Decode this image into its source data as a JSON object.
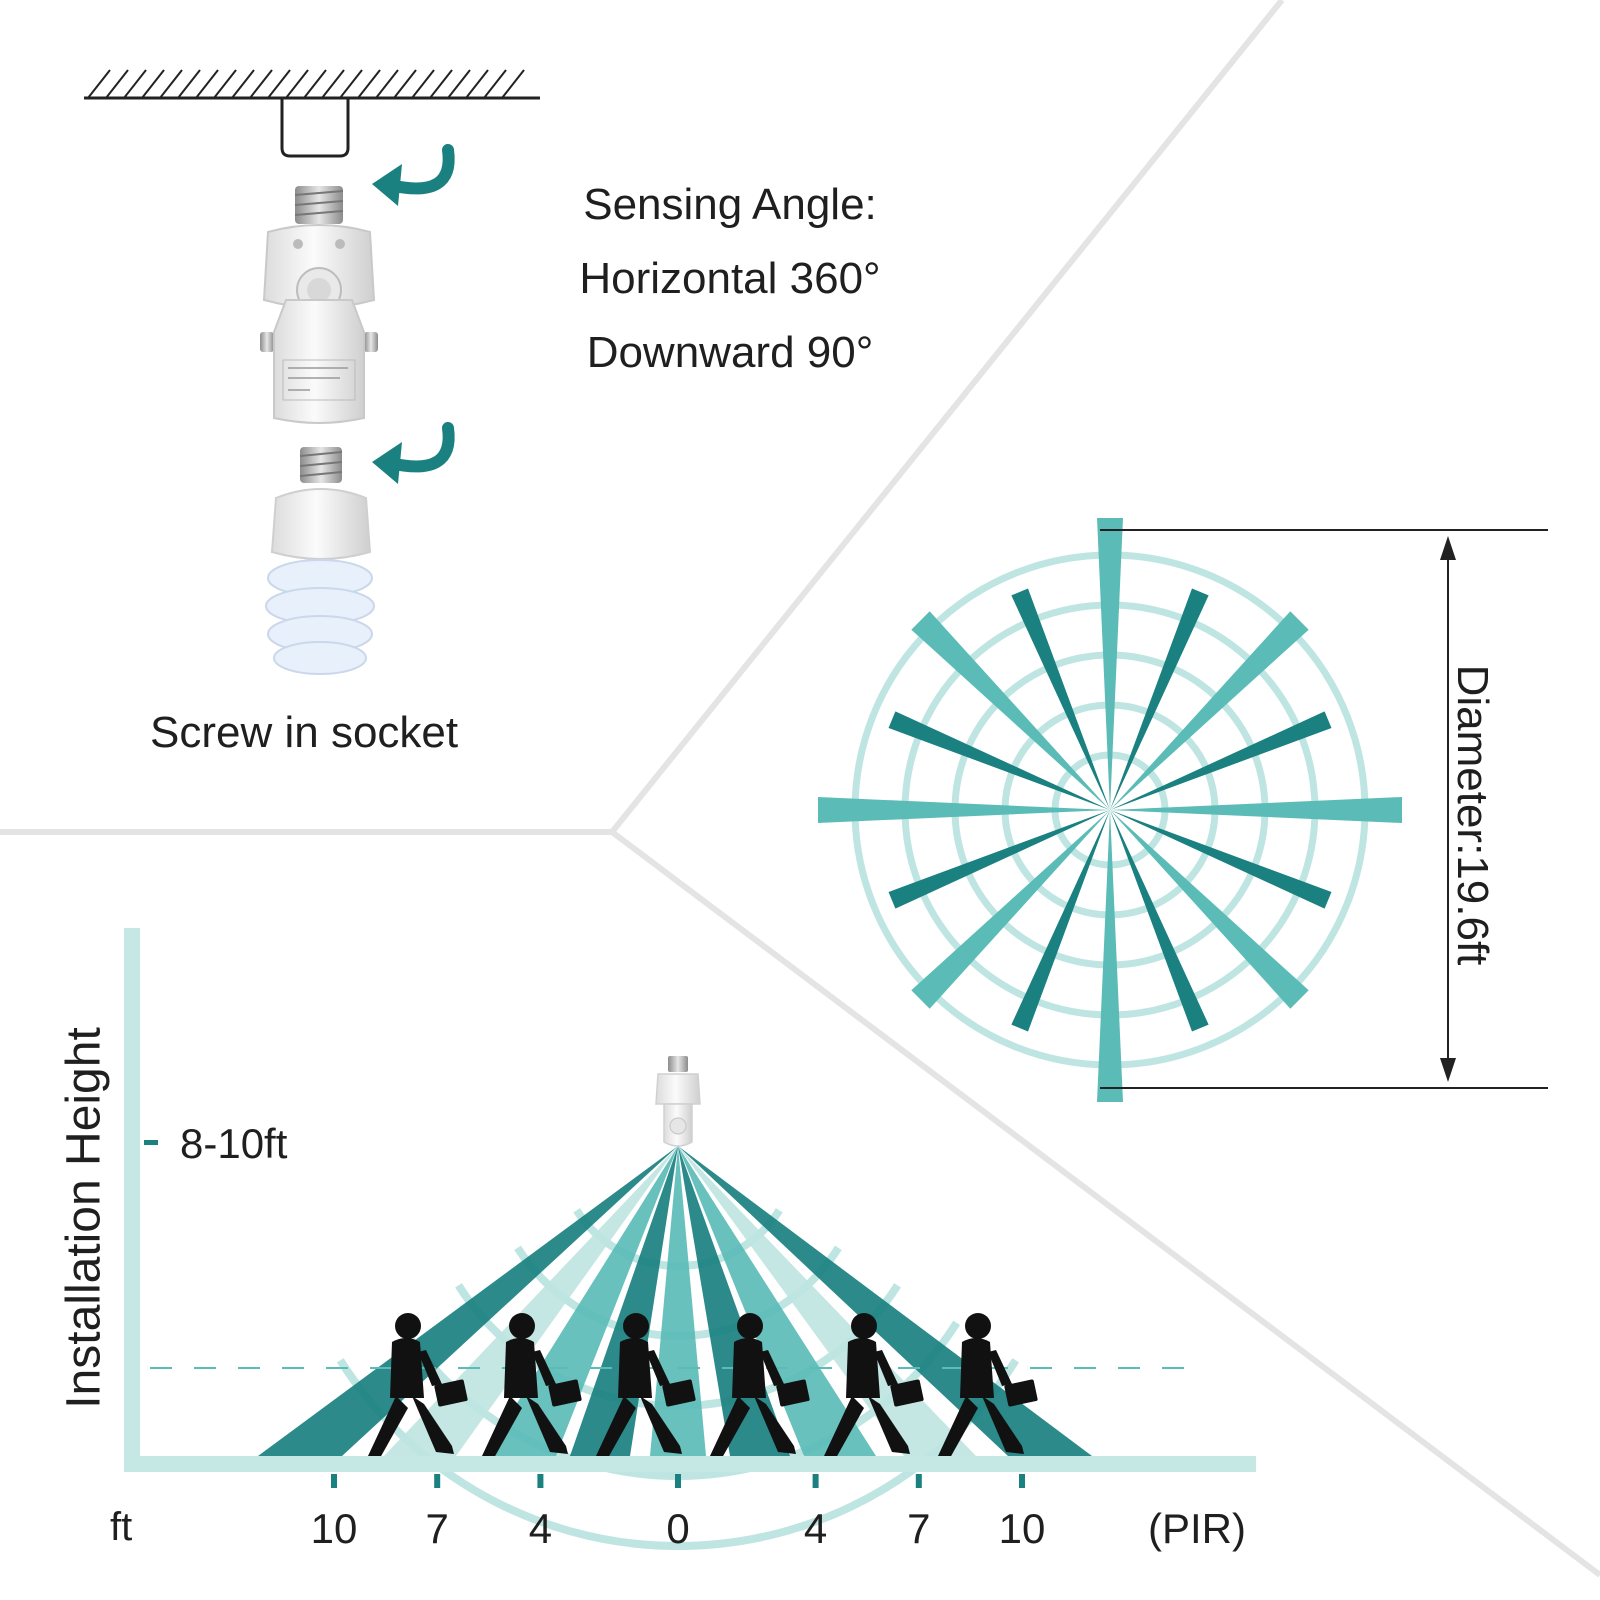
{
  "colors": {
    "teal_dark": "#1a8080",
    "teal_mid": "#5bbcb7",
    "teal_light": "#bfe5e2",
    "text": "#1f1f1f",
    "divider": "#e4e4e4"
  },
  "install": {
    "caption": "Screw in socket",
    "icons": [
      "ceiling-mount-icon",
      "socket-sensor-icon",
      "bulb-icon",
      "curved-arrow-icon"
    ]
  },
  "spec": {
    "line1": "Sensing Angle:",
    "line2": "Horizontal 360°",
    "line3": "Downward 90°"
  },
  "range": {
    "diameter_label": "Diameter:19.6ft"
  },
  "side": {
    "height_label": "Installation Height",
    "height_value": "8-10ft",
    "unit": "ft",
    "sensor_type": "(PIR)",
    "ticks": [
      {
        "label": "10",
        "x": -10
      },
      {
        "label": "7",
        "x": -7
      },
      {
        "label": "4",
        "x": -4
      },
      {
        "label": "0",
        "x": 0
      },
      {
        "label": "4",
        "x": 4
      },
      {
        "label": "7",
        "x": 7
      },
      {
        "label": "10",
        "x": 10
      }
    ]
  }
}
